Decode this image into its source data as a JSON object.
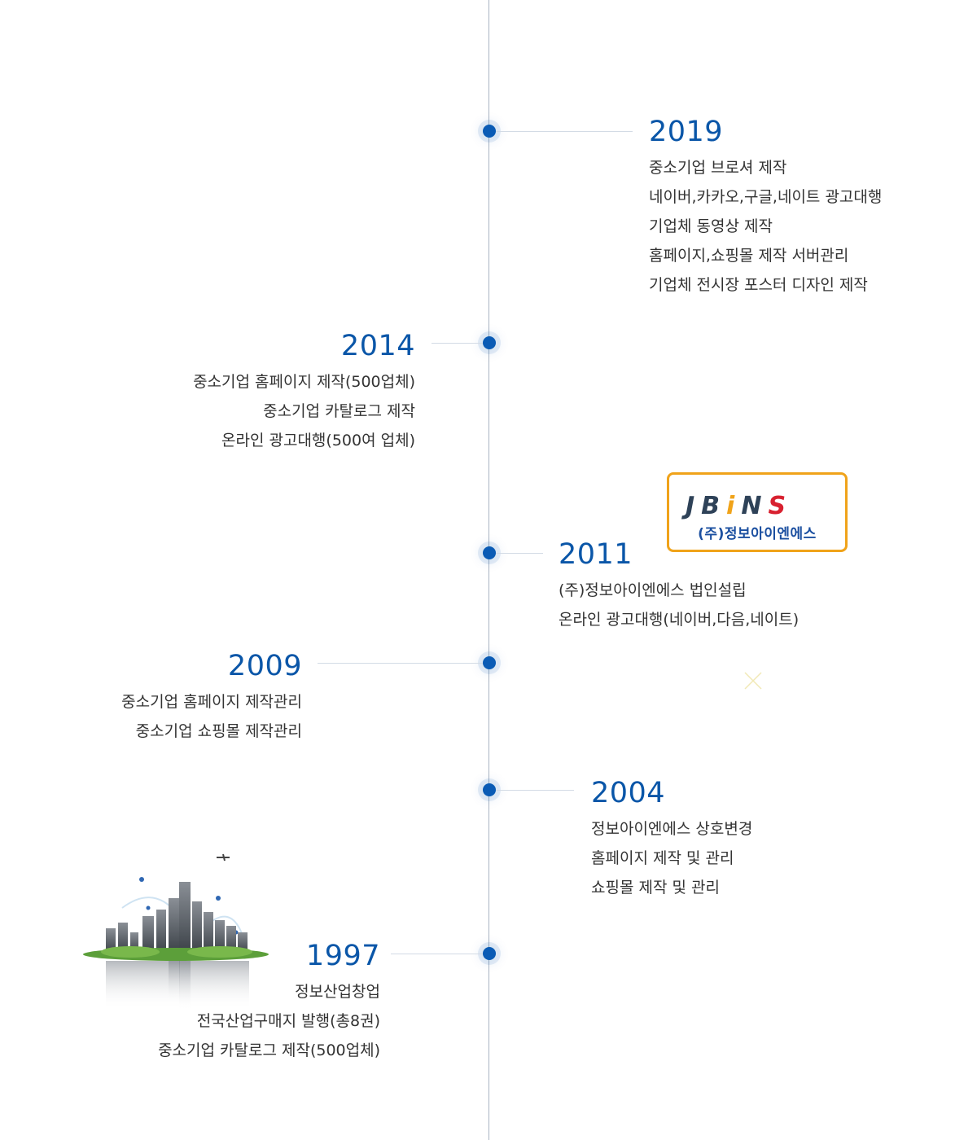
{
  "timeline": [
    {
      "year": "2019",
      "items": [
        "중소기업 브로셔 제작",
        "네이버,카카오,구글,네이트 광고대행",
        "기업체 동영상 제작",
        "홈페이지,쇼핑몰 제작 서버관리",
        "기업체 전시장 포스터 디자인 제작"
      ]
    },
    {
      "year": "2014",
      "items": [
        "중소기업 홈페이지 제작(500업체)",
        "중소기업 카탈로그 제작",
        "온라인 광고대행(500여 업체)"
      ]
    },
    {
      "year": "2011",
      "items": [
        "(주)정보아이엔에스 법인설립",
        "온라인 광고대행(네이버,다음,네이트)"
      ]
    },
    {
      "year": "2009",
      "items": [
        "중소기업 홈페이지 제작관리",
        "중소기업 쇼핑몰 제작관리"
      ]
    },
    {
      "year": "2004",
      "items": [
        "정보아이엔에스 상호변경",
        "홈페이지 제작 및 관리",
        "쇼핑몰 제작 및 관리"
      ]
    },
    {
      "year": "1997",
      "items": [
        "정보산업창업",
        "전국산업구매지 발행(총8권)",
        "중소기업 카탈로그 제작(500업체)"
      ]
    }
  ],
  "logo": {
    "mark_j": "J",
    "mark_b": "B",
    "mark_i": "i",
    "mark_n": "N",
    "mark_s": "S",
    "subtitle": "(주)정보아이엔에스"
  },
  "colors": {
    "accent": "#0a56a8",
    "dot": "#0a5bb5",
    "logo_border": "#f0a31a",
    "logo_red": "#d82130"
  },
  "icons": [
    "city-skyline-illustration",
    "sparkle-icon"
  ]
}
